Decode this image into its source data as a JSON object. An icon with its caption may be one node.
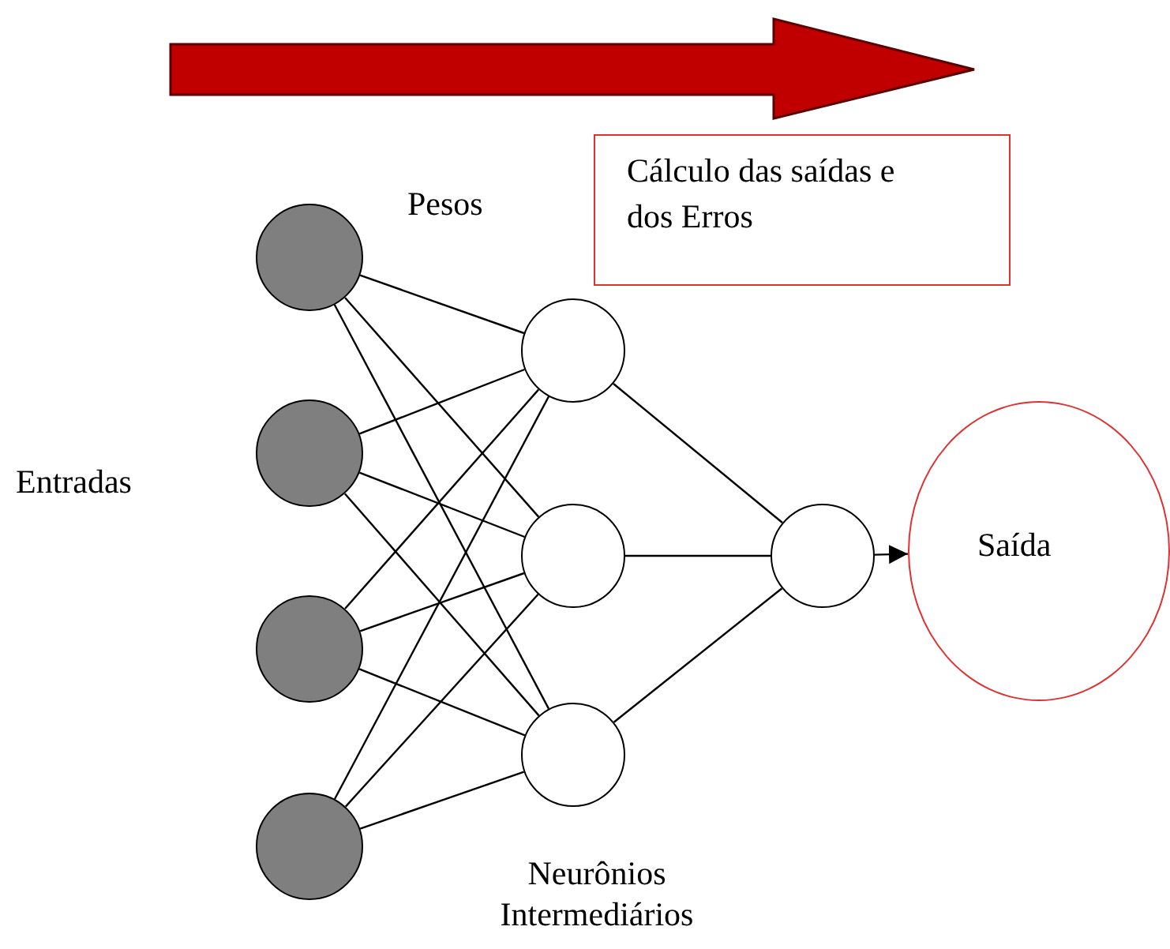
{
  "diagram": {
    "nodes": [
      {
        "text": [],
        "shape": "circle"
      },
      {
        "text": [],
        "shape": "circle"
      },
      {
        "text": [],
        "shape": "circle"
      },
      {
        "text": [],
        "shape": "circle"
      },
      {
        "text": [],
        "shape": "circle"
      },
      {
        "text": [],
        "shape": "circle"
      },
      {
        "text": [],
        "shape": "circle"
      },
      {
        "text": [],
        "shape": "circle"
      },
      {
        "text": [
          "Saída"
        ]
      },
      {
        "text": [
          "Cálculo das saídas e dos Erros"
        ]
      }
    ],
    "edges": [
      {
        "from": 0,
        "to": 4,
        "arrow": "none"
      },
      {
        "from": 0,
        "to": 5,
        "arrow": "none"
      },
      {
        "from": 0,
        "to": 6,
        "arrow": "none"
      },
      {
        "from": 1,
        "to": 4,
        "arrow": "none"
      },
      {
        "from": 1,
        "to": 5,
        "arrow": "none"
      },
      {
        "from": 1,
        "to": 6,
        "arrow": "none"
      },
      {
        "from": 2,
        "to": 4,
        "arrow": "none"
      },
      {
        "from": 2,
        "to": 5,
        "arrow": "none"
      },
      {
        "from": 2,
        "to": 6,
        "arrow": "none"
      },
      {
        "from": 3,
        "to": 4,
        "arrow": "none"
      },
      {
        "from": 3,
        "to": 5,
        "arrow": "none"
      },
      {
        "from": 3,
        "to": 6,
        "arrow": "none"
      },
      {
        "from": 4,
        "to": 7,
        "arrow": "none"
      },
      {
        "from": 5,
        "to": 7,
        "arrow": "none"
      },
      {
        "from": 6,
        "to": 7,
        "arrow": "none"
      },
      {
        "from": 7,
        "to": 8,
        "arrow": "to"
      }
    ],
    "labels": [
      "Pesos",
      "Entradas",
      "Neurônios Intermediários"
    ]
  }
}
